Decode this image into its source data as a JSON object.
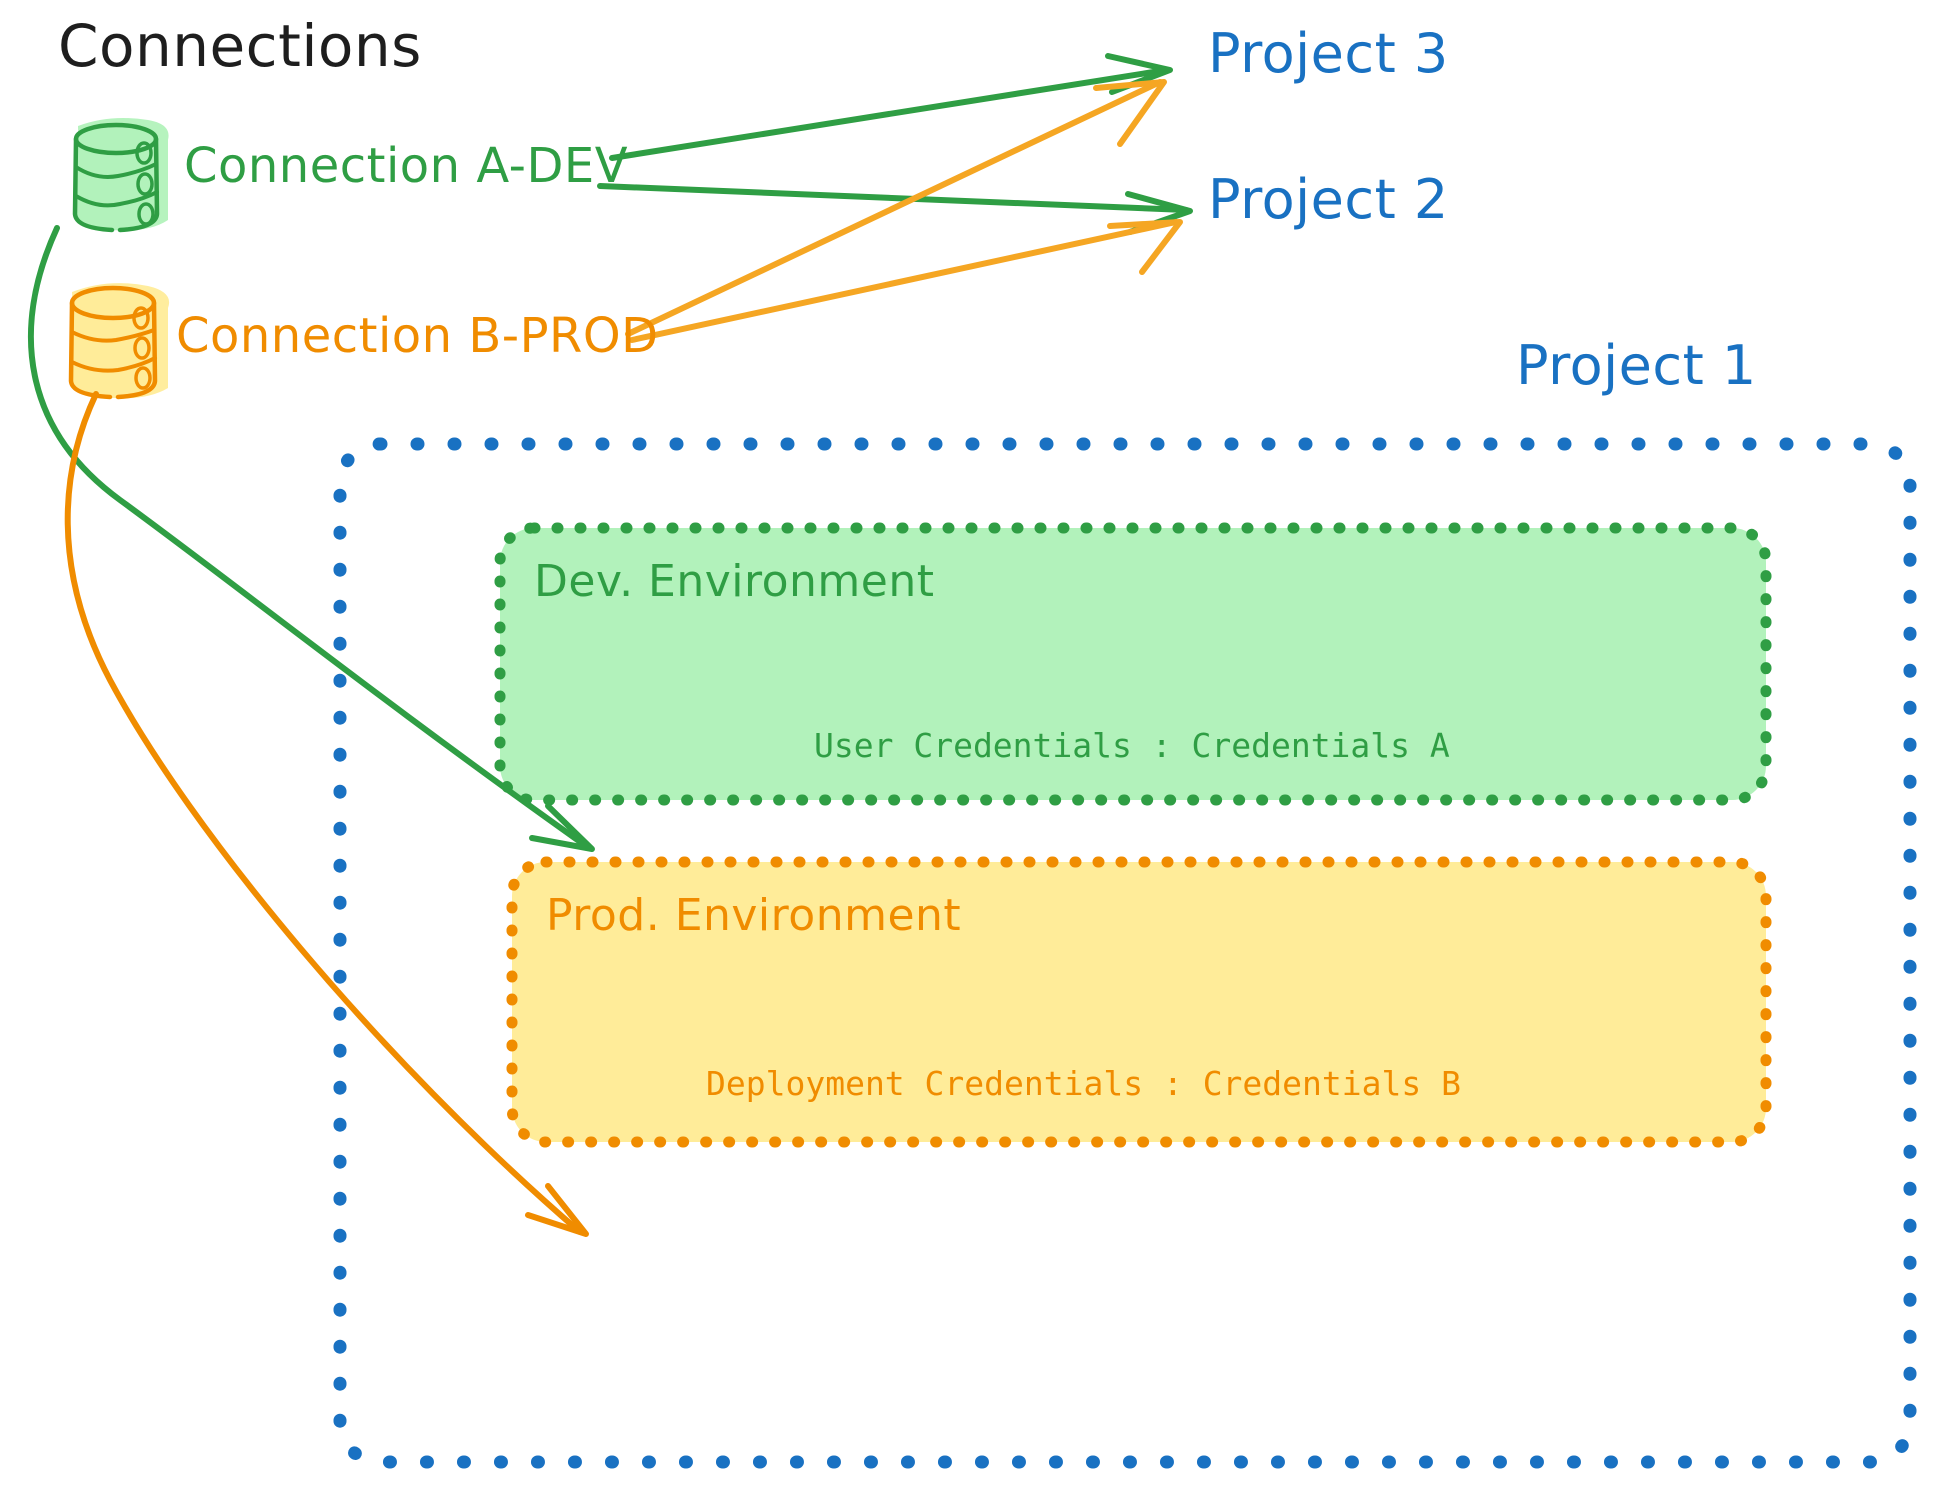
{
  "title": "Connections",
  "connections": [
    {
      "id": "connection-a-dev",
      "label": "Connection A-DEV",
      "icon": "database-cylinder-icon",
      "color": "#2f9e44",
      "fill": "#b2f2bb"
    },
    {
      "id": "connection-b-prod",
      "label": "Connection B-PROD",
      "icon": "database-cylinder-icon",
      "color": "#f08c00",
      "fill": "#ffec99"
    }
  ],
  "projects": [
    {
      "id": "project-3",
      "label": "Project 3",
      "color": "#1971c2"
    },
    {
      "id": "project-2",
      "label": "Project 2",
      "color": "#1971c2"
    },
    {
      "id": "project-1",
      "label": "Project 1",
      "color": "#1971c2"
    }
  ],
  "environments": [
    {
      "id": "dev-environment",
      "title": "Dev. Environment",
      "credential_label": "User Credentials",
      "credential_value": "Credentials A",
      "credential_line": "User Credentials : Credentials A",
      "border_color": "#2f9e44",
      "fill_color": "#b2f2bb"
    },
    {
      "id": "prod-environment",
      "title": "Prod. Environment",
      "credential_label": "Deployment Credentials",
      "credential_value": "Credentials B",
      "credential_line": "Deployment Credentials : Credentials B",
      "border_color": "#f08c00",
      "fill_color": "#ffec99"
    }
  ],
  "project_container": {
    "id": "project-1-container",
    "border_color": "#1971c2",
    "border_style": "dotted"
  },
  "edges": [
    {
      "id": "edge-a-dev-to-project-3",
      "from": "connection-a-dev",
      "to": "project-3",
      "color": "#2f9e44"
    },
    {
      "id": "edge-a-dev-to-project-2",
      "from": "connection-a-dev",
      "to": "project-2",
      "color": "#2f9e44"
    },
    {
      "id": "edge-a-dev-to-dev-environment",
      "from": "connection-a-dev",
      "to": "dev-environment",
      "color": "#2f9e44"
    },
    {
      "id": "edge-b-prod-to-project-3",
      "from": "connection-b-prod",
      "to": "project-3",
      "color": "#f5a623"
    },
    {
      "id": "edge-b-prod-to-project-2",
      "from": "connection-b-prod",
      "to": "project-2",
      "color": "#f5a623"
    },
    {
      "id": "edge-b-prod-to-prod-environment",
      "from": "connection-b-prod",
      "to": "prod-environment",
      "color": "#f08c00"
    }
  ],
  "colors": {
    "green_stroke": "#2f9e44",
    "green_fill": "#b2f2bb",
    "orange_stroke": "#f08c00",
    "orange_fill": "#ffec99",
    "orange_arrow": "#f5a623",
    "blue": "#1971c2",
    "title_black": "#1e1e1e",
    "background": "#ffffff"
  }
}
